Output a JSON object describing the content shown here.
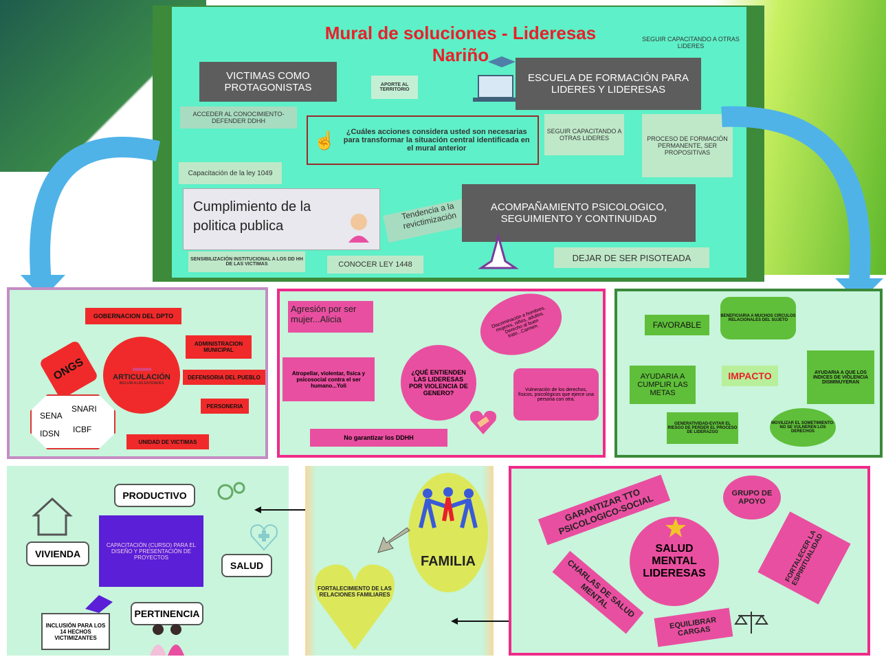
{
  "mural": {
    "title_line1": "Mural de soluciones - Lideresas",
    "title_line2": "Nariño",
    "seguir_top": "SEGUIR CAPACITANDO A OTRAS LIDERES",
    "victimas": "VICTIMAS COMO PROTAGONISTAS",
    "aporte": "APORTE AL TERRITORIO",
    "escuela": "ESCUELA DE FORMACIÓN PARA LIDERES Y LIDERESAS",
    "acceder": "ACCEDER AL CONOCIMIENTO- DEFENDER DDHH",
    "pregunta": "¿Cuáles acciones considera usted son necesarias para transformar la situación central identificada en el mural anterior",
    "seguir_mid": "SEGUIR CAPACITANDO A OTRAS LIDERES",
    "proceso": "PROCESO DE FORMACIÓN PERMANENTE, SER PROPOSITIVAS",
    "capacitacion_ley": "Capacitación de la ley 1049",
    "cumplimiento": "Cumplimiento de la politica publica",
    "tendencia": "Tendencia a la revictimización",
    "acompanamiento": "ACOMPAÑAMIENTO PSICOLOGICO, SEGUIMIENTO Y CONTINUIDAD",
    "sensibilizacion": "SENSIBILIZACIÓN INSTITUCIONAL A LOS DD HH DE LAS VICTIMAS",
    "conocer": "CONOCER LEY 1448",
    "dejar": "DEJAR DE SER PISOTEADA"
  },
  "art": {
    "gobernacion": "GOBERNACION DEL DPTO",
    "administracion": "ADMINISTRACION MUNICIPAL",
    "ongs": "ONGS",
    "articulacion": "ARTICULACIÓN",
    "articulacion_sub": "INCLUIR A LAS ENTIDADES",
    "defensoria": "DEFENSORIA DEL PUEBLO",
    "personeria": "PERSONERIA",
    "sena": "SENA",
    "snari": "SNARI",
    "idsn": "IDSN",
    "icbf": "ICBF",
    "unidad": "UNIDAD DE VICTIMAS"
  },
  "genero": {
    "agresion": "Agresión por ser mujer...Alicia",
    "discriminacion": "Discriminación a hombres, mujeres, niños, adultos. Derecho al buen trato...Carmen.",
    "atropellar": "Atropellar, violentar, física y psicosocial contra el ser humano...Yoli",
    "centro": "¿QUÉ ENTIENDEN LAS LIDERESAS POR VIOLENCIA DE GENERO?",
    "vulneracion": "Vulneración de los derechos, físicos, psicológicos que ejerce una persona con otra.",
    "no_garantizar": "No garantizar los DDHH"
  },
  "impacto": {
    "favorable": "FAVORABLE",
    "beneficiaria": "BENEFICIARIA A MUCHOS CIRCULOS RELACIONALES DEL SUJETO",
    "ayudaria_metas": "AYUDARIA A CUMPLIR LAS METAS",
    "centro": "IMPACTO",
    "ayudaria_indices": "AYUDARIA A QUE LOS INDICES DE VIOLENCIA DISMINUYERAN",
    "generatividad": "GENERATIVIDAD-EVITAR EL RIESGO DE PERDER EL PROCESO DE LIDERAZGO",
    "movilizar": "MOVILIZAR EL SOMETIMIENTO- NO SE VULNEREN LOS DERECHOS"
  },
  "proyectos": {
    "productivo": "PRODUCTIVO",
    "capacitacion": "CAPACITACIÓN (CURSO) PARA EL DISEÑO Y PRESENTACIÓN DE PROYECTOS",
    "vivienda": "VIVIENDA",
    "salud": "SALUD",
    "pertinencia": "PERTINENCIA",
    "inclusion": "INCLUSIÓN PARA LOS 14 HECHOS VICTIMIZANTES"
  },
  "familia": {
    "familia": "FAMILIA",
    "fortalecimiento": "FORTALECIMIENTO DE LAS RELACIONES FAMILIARES"
  },
  "salud_mental": {
    "garantizar": "GARANTIZAR TTO PSICOLOGICO-SOCIAL",
    "grupo": "GRUPO DE APOYO",
    "centro": "SALUD MENTAL LIDERESAS",
    "fortalecer": "FORTALECER LA ESPIRITUALIDAD",
    "charlas": "CHARLAS DE SALUD MENTAL",
    "equilibrar": "EQUILIBRAR CARGAS"
  },
  "colors": {
    "mural_bg": "#5ef0c8",
    "gray_box": "#5d5d5d",
    "pink": "#e94fa0",
    "red": "#f02a2a",
    "purple": "#5a1fd6",
    "arrow_blue": "#4fb3e8"
  }
}
